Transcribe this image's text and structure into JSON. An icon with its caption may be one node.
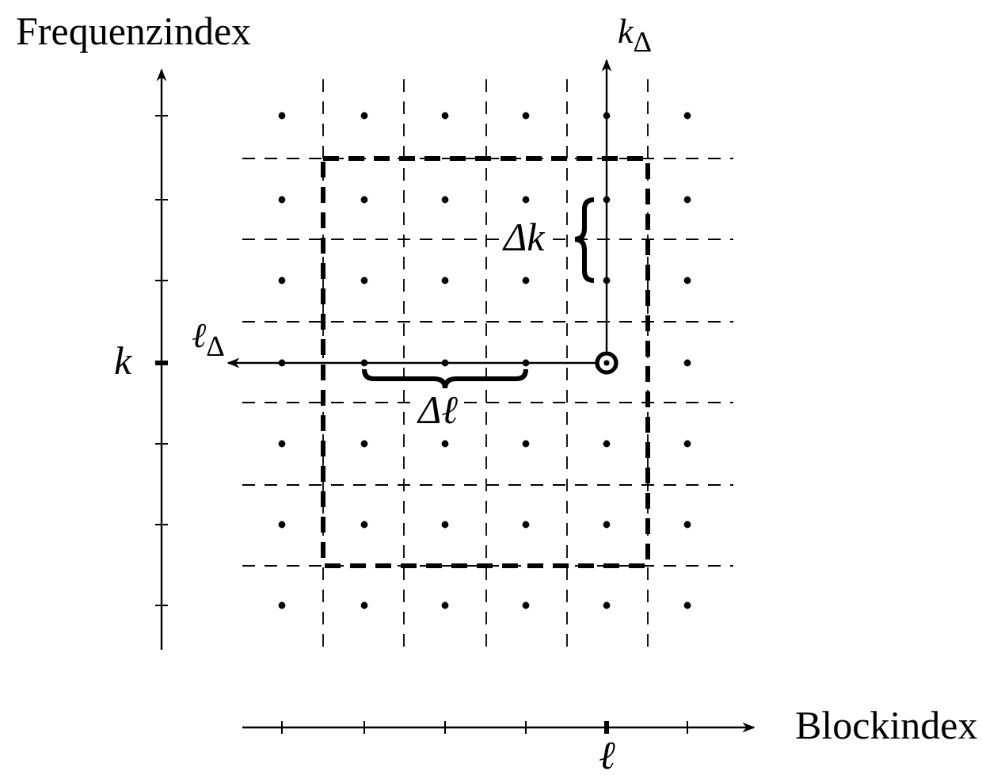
{
  "diagram": {
    "labels": [
      "Frequenzindex",
      "*k*$_{Δ}$",
      "Δk",
      "*ℓ*$_{Δ}$",
      "k",
      "Δℓ",
      "Blockindex",
      "ℓ"
    ]
  }
}
